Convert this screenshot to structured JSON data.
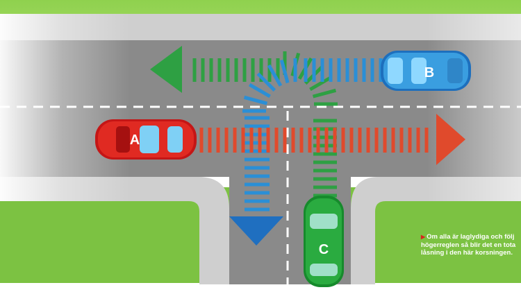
{
  "cars": [
    {
      "id": "car-a",
      "label": "A",
      "color": "#d21d1d"
    },
    {
      "id": "car-b",
      "label": "B",
      "color": "#2a8fd6"
    },
    {
      "id": "car-c",
      "label": "C",
      "color": "#22a13a"
    }
  ],
  "arrows": {
    "red": "#e04a2c",
    "blue": "#2a8fd6",
    "green": "#2ea043"
  },
  "caption": {
    "marker": "▶",
    "line1": "Om alla är laglydiga och följ",
    "line2": "högerreglen så blir det en tota",
    "line3": "låsning i den här korsningen."
  },
  "colors": {
    "grass": "#7cc242",
    "asphalt": "#8e8e8e",
    "sidewalk": "#c9c9c9"
  }
}
